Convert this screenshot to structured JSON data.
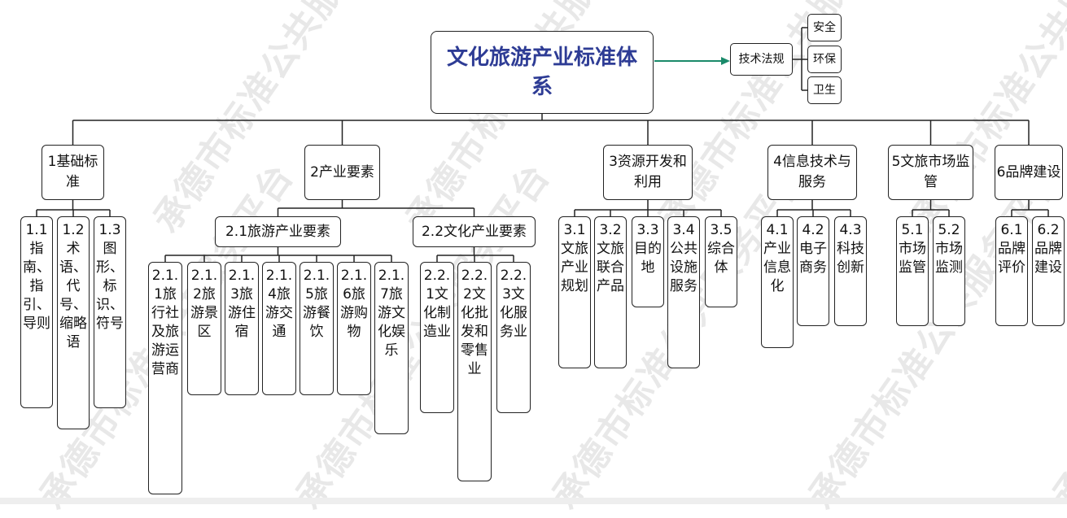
{
  "watermark": "承德市标准公共服务平台",
  "root": {
    "title": "文化旅游产业标准体系"
  },
  "law": {
    "label": "技术法规",
    "items": [
      "安全",
      "环保",
      "卫生"
    ]
  },
  "accent_color": "#2e3c95",
  "arrow_color": "#1a8a6a",
  "categories": [
    {
      "label": "1基础标准",
      "children": [
        "1.1指南、指引、导则",
        "1.2术语、代号、缩略语",
        "1.3图形、标识、符号"
      ]
    },
    {
      "label": "2产业要素",
      "groups": [
        {
          "label": "2.1旅游产业要素",
          "children": [
            "2.1.1旅行社及旅游运营商",
            "2.1.2旅游景区",
            "2.1.3旅游住宿",
            "2.1.4旅游交通",
            "2.1.5旅游餐饮",
            "2.1.6旅游购物",
            "2.1.7旅游文化娱乐"
          ]
        },
        {
          "label": "2.2文化产业要素",
          "children": [
            "2.2.1文化制造业",
            "2.2.2文化批发和零售业",
            "2.2.3文化服务业"
          ]
        }
      ]
    },
    {
      "label": "3资源开发和利用",
      "children": [
        "3.1文旅产业规划",
        "3.2文旅联合产品",
        "3.3目的地",
        "3.4公共设施服务",
        "3.5综合体"
      ]
    },
    {
      "label": "4信息技术与服务",
      "children": [
        "4.1产业信息化",
        "4.2电子商务",
        "4.3科技创新"
      ]
    },
    {
      "label": "5文旅市场监管",
      "children": [
        "5.1市场监管",
        "5.2市场监测"
      ]
    },
    {
      "label": "6品牌建设",
      "children": [
        "6.1品牌评价",
        "6.2品牌建设"
      ]
    }
  ]
}
